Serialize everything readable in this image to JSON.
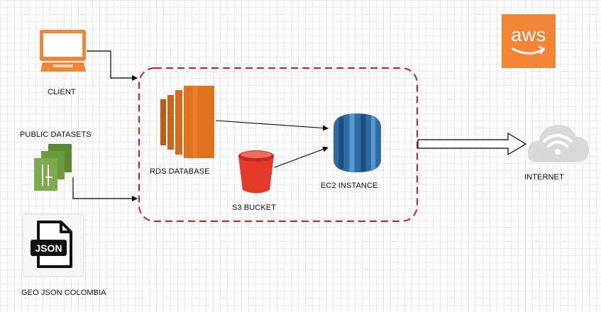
{
  "diagram": {
    "client_label": "CLIENT",
    "public_datasets_label": "PUBLIC DATASETS",
    "geojson_label": "GEO JSON COLOMBIA",
    "json_badge_text": "JSON",
    "rds_label": "RDS DATABASE",
    "s3_label": "S3 BUCKET",
    "ec2_label": "EC2 INSTANCE",
    "internet_label": "INTERNET",
    "aws_logo_text": "aws"
  },
  "colors": {
    "aws_orange": "#f58536",
    "rds_orange": "#e0711d",
    "s3_red": "#e23b2c",
    "ec2_blue": "#2e6da4",
    "dataset_green": "#6c9a3f",
    "boundary_red": "#d81b2b",
    "cloud_gray": "#d9d9d9"
  },
  "icons": [
    "computer-icon",
    "dataset-files-icon",
    "json-file-icon",
    "rds-icon",
    "s3-bucket-icon",
    "ec2-icon",
    "internet-cloud-icon",
    "aws-logo"
  ]
}
